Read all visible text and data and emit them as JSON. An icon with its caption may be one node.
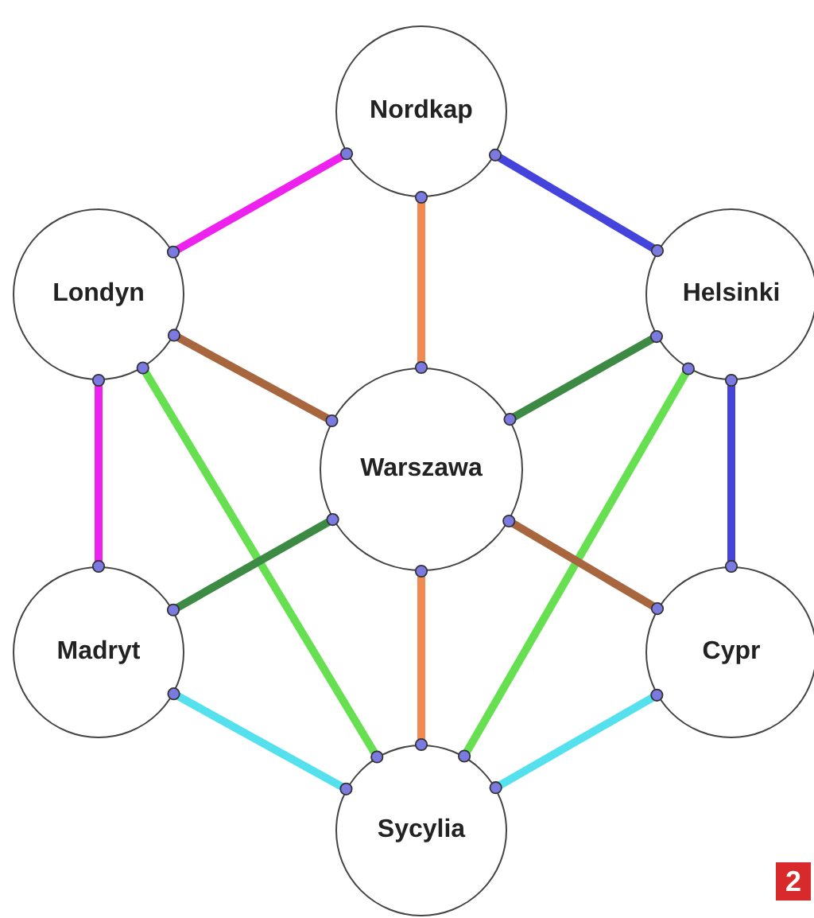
{
  "diagram": {
    "nodes": [
      {
        "text": [
          "Nordkap"
        ]
      },
      {
        "text": [
          "Londyn"
        ]
      },
      {
        "text": [
          "Helsinki"
        ]
      },
      {
        "text": [
          "Warszawa"
        ]
      },
      {
        "text": [
          "Madryt"
        ]
      },
      {
        "text": [
          "Cypr"
        ]
      },
      {
        "text": [
          "Sycylia"
        ]
      }
    ],
    "edges": [
      {
        "from": 0,
        "to": 1,
        "arrow": "other",
        "color": "#ee22ee"
      },
      {
        "from": 0,
        "to": 2,
        "arrow": "other",
        "color": "#4444dd"
      },
      {
        "from": 0,
        "to": 3,
        "arrow": "other",
        "color": "#f08a50"
      },
      {
        "from": 1,
        "to": 3,
        "arrow": "other",
        "color": "#a8663e"
      },
      {
        "from": 1,
        "to": 4,
        "arrow": "other",
        "color": "#ee22ee"
      },
      {
        "from": 1,
        "to": 6,
        "arrow": "other",
        "color": "#66e050"
      },
      {
        "from": 2,
        "to": 3,
        "arrow": "other",
        "color": "#3d8a45"
      },
      {
        "from": 2,
        "to": 5,
        "arrow": "other",
        "color": "#4444dd"
      },
      {
        "from": 2,
        "to": 6,
        "arrow": "other",
        "color": "#66e050"
      },
      {
        "from": 3,
        "to": 4,
        "arrow": "other",
        "color": "#3d8a45"
      },
      {
        "from": 3,
        "to": 5,
        "arrow": "other",
        "color": "#a8663e"
      },
      {
        "from": 3,
        "to": 6,
        "arrow": "other",
        "color": "#f08a50"
      },
      {
        "from": 4,
        "to": 6,
        "arrow": "other",
        "color": "#55e0ee"
      },
      {
        "from": 5,
        "to": 6,
        "arrow": "other",
        "color": "#55e0ee"
      }
    ],
    "labels": [
      "2"
    ]
  }
}
